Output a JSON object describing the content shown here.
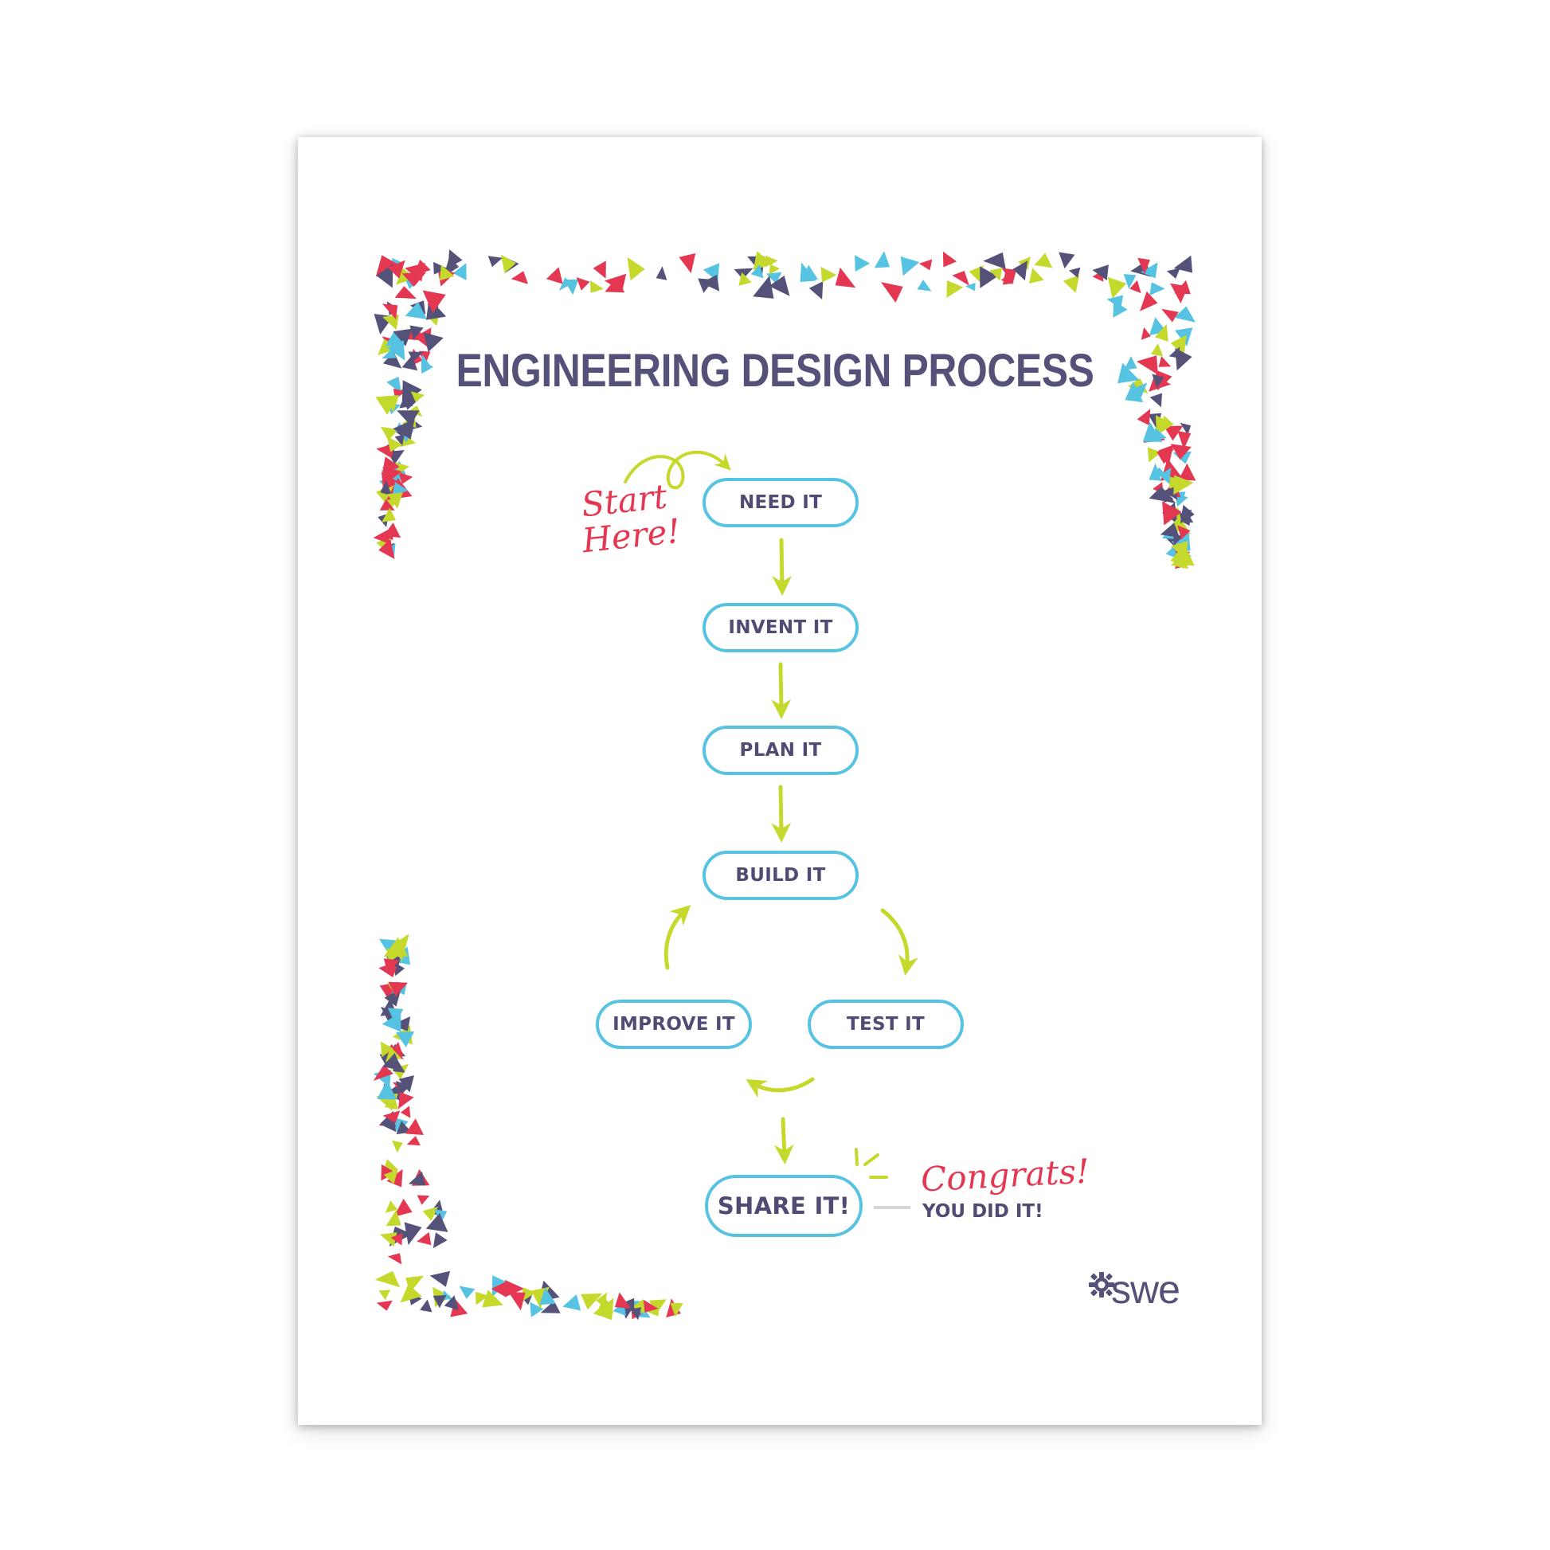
{
  "title": "ENGINEERING DESIGN PROCESS",
  "start_note": {
    "line1": "Start",
    "line2": "Here!"
  },
  "steps": [
    {
      "label": "NEED IT"
    },
    {
      "label": "INVENT IT"
    },
    {
      "label": "PLAN IT"
    },
    {
      "label": "BUILD IT"
    },
    {
      "label": "TEST IT"
    },
    {
      "label": "IMPROVE IT"
    },
    {
      "label": "SHARE IT!"
    }
  ],
  "congrats": {
    "title": "Congrats!",
    "subtitle": "YOU DID IT!"
  },
  "logo": {
    "text": "swe",
    "icon": "gear-icon"
  },
  "colors": {
    "outline": "#55c3e1",
    "arrow": "#c5d92d",
    "text": "#4f4b72",
    "script": "#e33752",
    "confetti": [
      "#e33752",
      "#55c3e1",
      "#c5d92d",
      "#55527a"
    ]
  }
}
